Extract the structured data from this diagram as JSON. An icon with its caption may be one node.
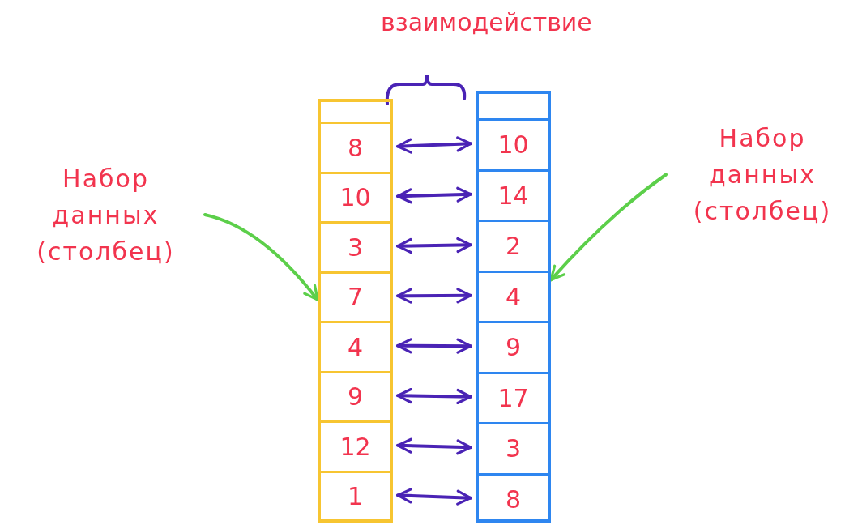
{
  "diagram": {
    "nodes": [
      {
        "text": [],
        "shape": "bar"
      },
      {
        "text": [
          "8"
        ],
        "in": 0
      },
      {
        "text": [
          "10"
        ],
        "in": 0
      },
      {
        "text": [
          "3"
        ],
        "in": 0
      },
      {
        "text": [
          "7"
        ],
        "in": 0
      },
      {
        "text": [
          "4"
        ],
        "in": 0
      },
      {
        "text": [
          "9"
        ],
        "in": 0
      },
      {
        "text": [
          "12"
        ],
        "in": 0
      },
      {
        "text": [
          "1"
        ],
        "in": 0
      },
      {
        "text": [],
        "shape": "bar"
      },
      {
        "text": [
          "10"
        ],
        "in": 9
      },
      {
        "text": [
          "14"
        ],
        "in": 9
      },
      {
        "text": [
          "2"
        ],
        "in": 9
      },
      {
        "text": [
          "4"
        ],
        "in": 9
      },
      {
        "text": [
          "9"
        ],
        "in": 9
      },
      {
        "text": [
          "17"
        ],
        "in": 9
      },
      {
        "text": [
          "3"
        ],
        "in": 9
      },
      {
        "text": [
          "8"
        ],
        "in": 9
      },
      {
        "text": [
          "Набор данных (столбец)"
        ]
      },
      {
        "text": [
          "Набор данных (столбец)"
        ]
      }
    ],
    "edges": [
      {
        "from": 1,
        "to": 10,
        "arrow": "both"
      },
      {
        "from": 2,
        "to": 11,
        "arrow": "both"
      },
      {
        "from": 3,
        "to": 12,
        "arrow": "both"
      },
      {
        "from": 4,
        "to": 13,
        "arrow": "both"
      },
      {
        "from": 5,
        "to": 14,
        "arrow": "both"
      },
      {
        "from": 6,
        "to": 15,
        "arrow": "both"
      },
      {
        "from": 7,
        "to": 16,
        "arrow": "both"
      },
      {
        "from": 8,
        "to": 17,
        "arrow": "both"
      },
      {
        "from": 18,
        "to": 0,
        "arrow": "to",
        "color": "#5ccf4a"
      },
      {
        "from": 19,
        "to": 9,
        "arrow": "to",
        "color": "#5ccf4a"
      }
    ],
    "labels": [
      "взаимодействие"
    ]
  }
}
